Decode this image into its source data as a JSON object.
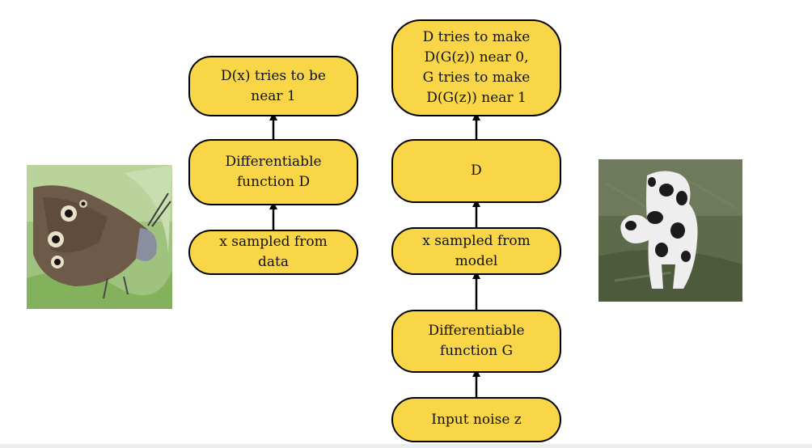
{
  "diagram": {
    "real_path": {
      "output": {
        "line1": "D(x) tries to be",
        "line2": "near 1"
      },
      "discriminator": {
        "line1": "Differentiable",
        "line2": "function D"
      },
      "input": {
        "line1": "x sampled from",
        "line2": "data"
      }
    },
    "fake_path": {
      "output": {
        "line1": "D tries to make",
        "line2": "D(G(z)) near 0,",
        "line3": "G tries to make",
        "line4": "D(G(z)) near 1"
      },
      "discriminator": {
        "label": "D"
      },
      "sample": {
        "line1": "x sampled from",
        "line2": "model"
      },
      "generator": {
        "line1": "Differentiable",
        "line2": "function G"
      },
      "noise": {
        "label": "Input noise z"
      }
    },
    "images": {
      "left": "butterfly-photo",
      "right": "generated-dog-photo"
    },
    "colors": {
      "node_fill": "#f9d548",
      "node_border": "#000000"
    }
  }
}
